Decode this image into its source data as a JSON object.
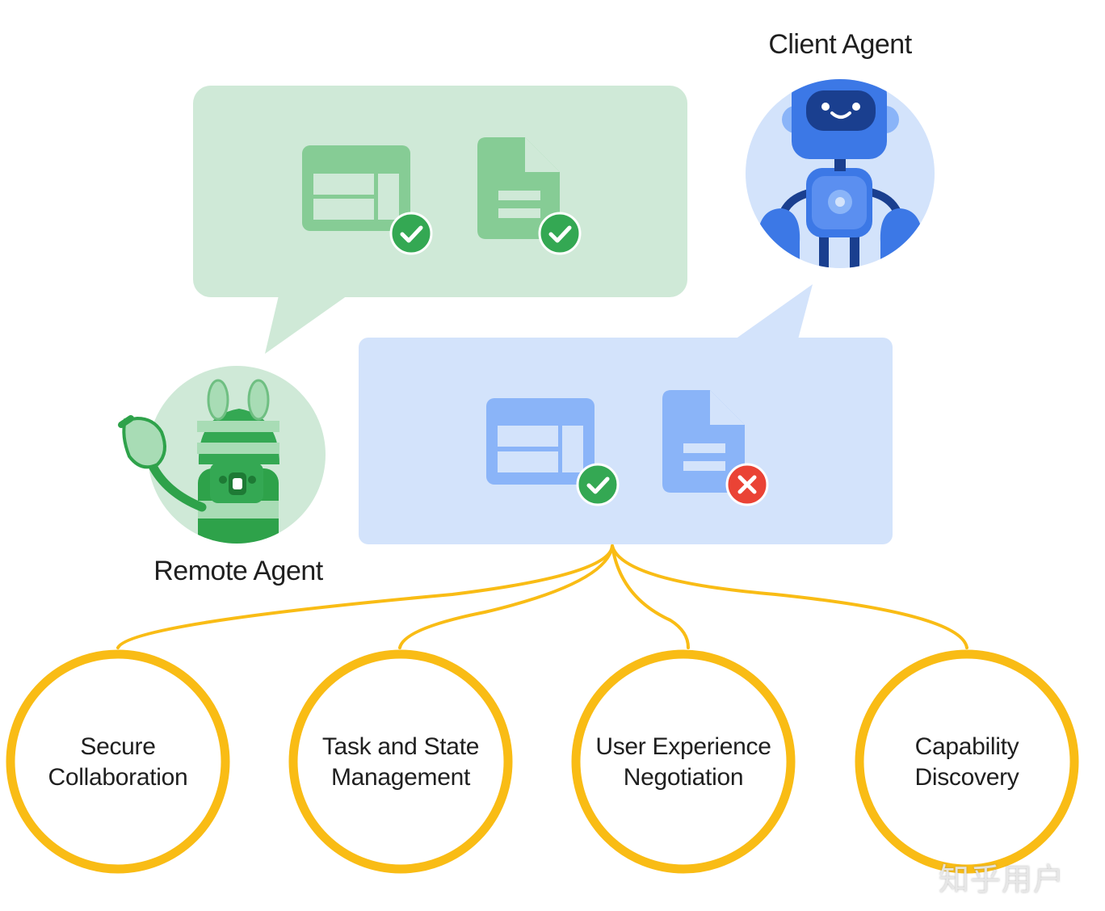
{
  "agents": {
    "client": {
      "label": "Client Agent"
    },
    "remote": {
      "label": "Remote Agent"
    }
  },
  "capabilities": [
    {
      "line1": "Secure",
      "line2": "Collaboration"
    },
    {
      "line1": "Task and State",
      "line2": "Management"
    },
    {
      "line1": "User Experience",
      "line2": "Negotiation"
    },
    {
      "line1": "Capability",
      "line2": "Discovery"
    }
  ],
  "watermark": "知乎用户",
  "colors": {
    "green_bubble": "#cfe9d7",
    "green_icon": "#86cc95",
    "blue_bubble": "#d3e3fb",
    "blue_icon": "#8ab4f8",
    "check_green": "#34a853",
    "error_red": "#ea4335",
    "capability_ring": "#f9bc15",
    "robot_blue": "#3c78e6"
  }
}
